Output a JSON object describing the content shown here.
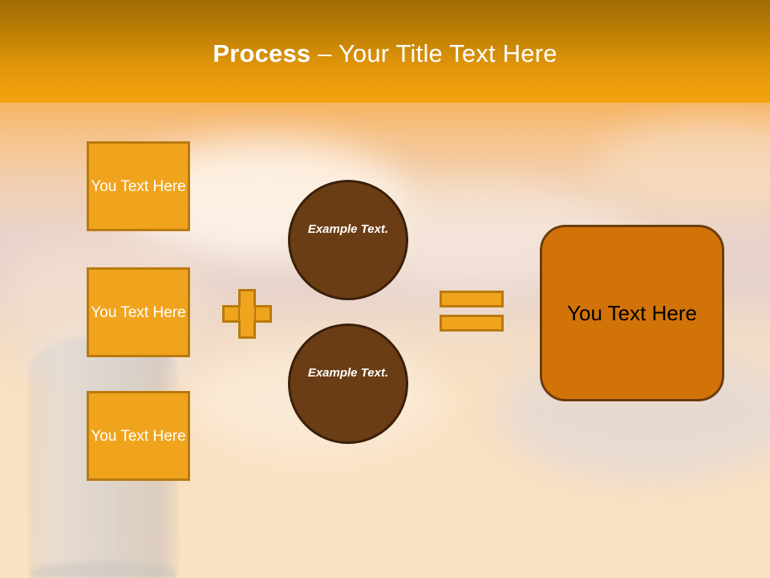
{
  "slide": {
    "header": {
      "title_strong": "Process",
      "title_rest": " – Your Title Text Here"
    },
    "inputs": [
      {
        "label": "You Text Here"
      },
      {
        "label": "You Text Here"
      },
      {
        "label": "You Text Here"
      }
    ],
    "operators": {
      "plus": "plus-sign",
      "equals": "equals-sign"
    },
    "circles": [
      {
        "label": "Example Text."
      },
      {
        "label": "Example Text."
      }
    ],
    "result": {
      "label": "You Text Here"
    },
    "colors": {
      "header_top": "#a06b05",
      "header_bottom": "#f2a30f",
      "accent_amber": "#f0a41e",
      "accent_amber_border": "#b97a0d",
      "circle_fill": "#6b3d14",
      "circle_border": "#3a2009",
      "result_fill": "#d2730a",
      "result_border": "#6b3d0c",
      "background_base": "#fae3c6",
      "title_text": "#ffffff",
      "result_text": "#000000"
    }
  }
}
